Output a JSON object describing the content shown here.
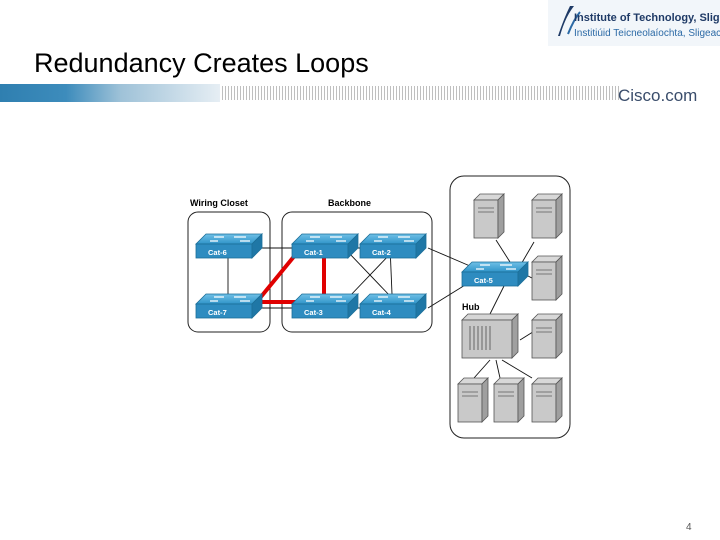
{
  "slide": {
    "title": "Redundancy Creates Loops",
    "page_number": "4"
  },
  "brand": {
    "institute_line1": "Institute of Technology, Sligo",
    "institute_line2": "Institiúid Teicneolaíochta, Sligeach",
    "cisco": "Cisco.com",
    "accent_color": "#2b74a8"
  },
  "diagram": {
    "group_labels": {
      "wiring_closet": "Wiring Closet",
      "backbone": "Backbone",
      "hub": "Hub"
    },
    "switches": {
      "cat6": "Cat-6",
      "cat1": "Cat-1",
      "cat2": "Cat-2",
      "cat7": "Cat-7",
      "cat3": "Cat-3",
      "cat4": "Cat-4",
      "cat5": "Cat-5"
    },
    "loop_color": "#e00000",
    "switch_color": "#2f94c8"
  }
}
